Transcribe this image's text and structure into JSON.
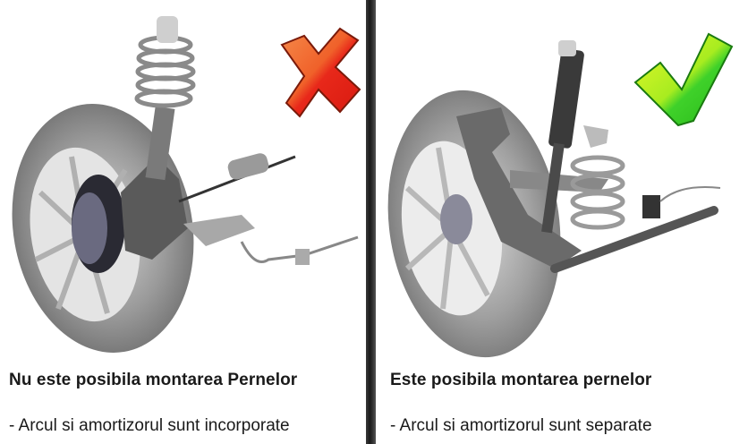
{
  "left_panel": {
    "title": "Nu este posibila montarea Pernelor",
    "description": "- Arcul si amortizorul sunt incorporate",
    "status_icon": "red-x-icon",
    "illustration": "macpherson-strut-suspension-with-integrated-spring"
  },
  "right_panel": {
    "title": "Este posibila montarea pernelor",
    "description": "- Arcul si amortizorul sunt separate",
    "status_icon": "green-check-icon",
    "illustration": "rear-suspension-with-separate-spring-and-shock"
  },
  "colors": {
    "x_red": "#e8281a",
    "x_orange": "#f47a3a",
    "check_green": "#3fd12a",
    "check_yellow": "#d8f21a",
    "divider": "#222222",
    "text": "#1a1a1a"
  }
}
